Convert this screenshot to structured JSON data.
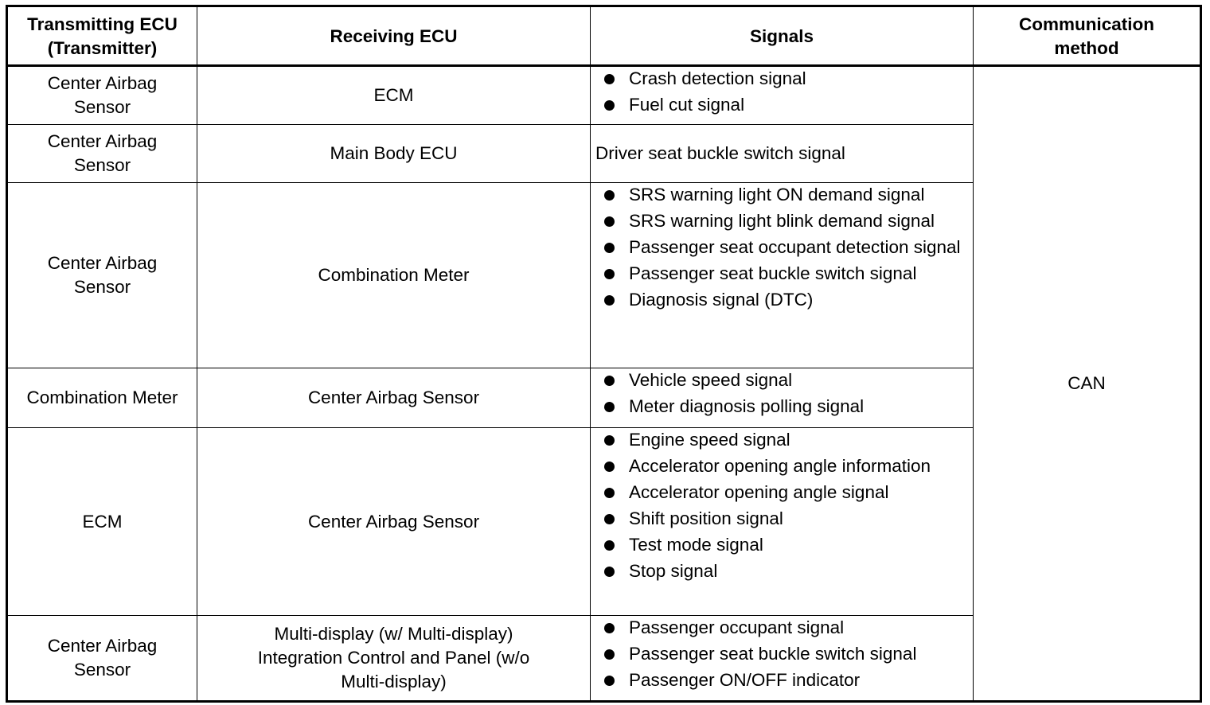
{
  "headers": {
    "transmitter": [
      "Transmitting ECU",
      "(Transmitter)"
    ],
    "receiver": "Receiving ECU",
    "signals": "Signals",
    "method": [
      "Communication",
      "method"
    ]
  },
  "method_value": "CAN",
  "rows": [
    {
      "transmitter": [
        "Center Airbag",
        "Sensor"
      ],
      "receiver": [
        "ECM"
      ],
      "signals": [
        "Crash detection signal",
        "Fuel cut signal"
      ]
    },
    {
      "transmitter": [
        "Center Airbag",
        "Sensor"
      ],
      "receiver": [
        "Main Body ECU"
      ],
      "signal_plain": "Driver seat buckle switch signal"
    },
    {
      "transmitter": [
        "Center Airbag",
        "Sensor"
      ],
      "receiver": [
        "Combination Meter"
      ],
      "signals": [
        "SRS warning light ON demand signal",
        "SRS warning light blink demand signal",
        "Passenger seat occupant detection signal",
        "Passenger seat buckle switch signal",
        "Diagnosis signal (DTC)"
      ]
    },
    {
      "transmitter": [
        "Combination Meter"
      ],
      "receiver": [
        "Center Airbag Sensor"
      ],
      "signals": [
        "Vehicle speed signal",
        "Meter diagnosis polling signal"
      ]
    },
    {
      "transmitter": [
        "ECM"
      ],
      "receiver": [
        "Center Airbag Sensor"
      ],
      "signals": [
        "Engine speed signal",
        "Accelerator opening angle information",
        "Accelerator opening angle signal",
        "Shift position signal",
        "Test mode signal",
        "Stop signal"
      ]
    },
    {
      "transmitter": [
        "Center Airbag",
        "Sensor"
      ],
      "receiver": [
        "Multi-display (w/ Multi-display)",
        "Integration Control and Panel (w/o",
        "Multi-display)"
      ],
      "signals": [
        "Passenger occupant signal",
        "Passenger seat buckle switch signal",
        "Passenger ON/OFF indicator"
      ]
    }
  ]
}
